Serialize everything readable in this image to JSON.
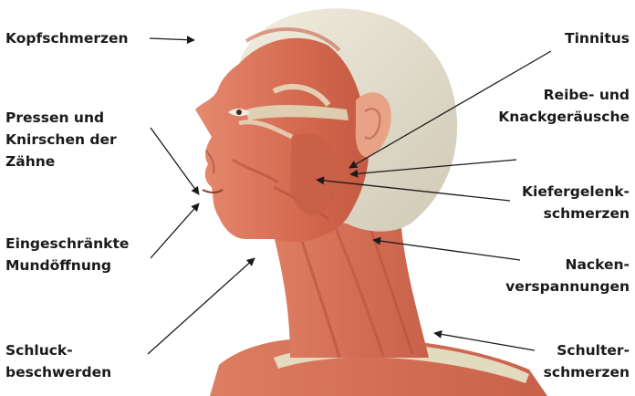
{
  "labels": {
    "kopfschmerzen": [
      "Kopfschmerzen"
    ],
    "pressen": [
      "Pressen und",
      "Knirschen der",
      "Zähne"
    ],
    "mundoeffnung": [
      "Eingeschränkte",
      "Mundöffnung"
    ],
    "schluck": [
      "Schluck-",
      "beschwerden"
    ],
    "tinnitus": [
      "Tinnitus"
    ],
    "reibe": [
      "Reibe- und",
      "Knackgeräusche"
    ],
    "kiefer": [
      "Kiefergelenk-",
      "schmerzen"
    ],
    "nacken": [
      "Nacken-",
      "verspannungen"
    ],
    "schulter": [
      "Schulter-",
      "schmerzen"
    ]
  },
  "colors": {
    "text": "#1a1a1a",
    "arrow": "#1a1a1a",
    "skull": "#e6e1cf",
    "muscle": "#d9715a",
    "muscle_dark": "#b9503e",
    "tendon": "#ddd6b6"
  }
}
